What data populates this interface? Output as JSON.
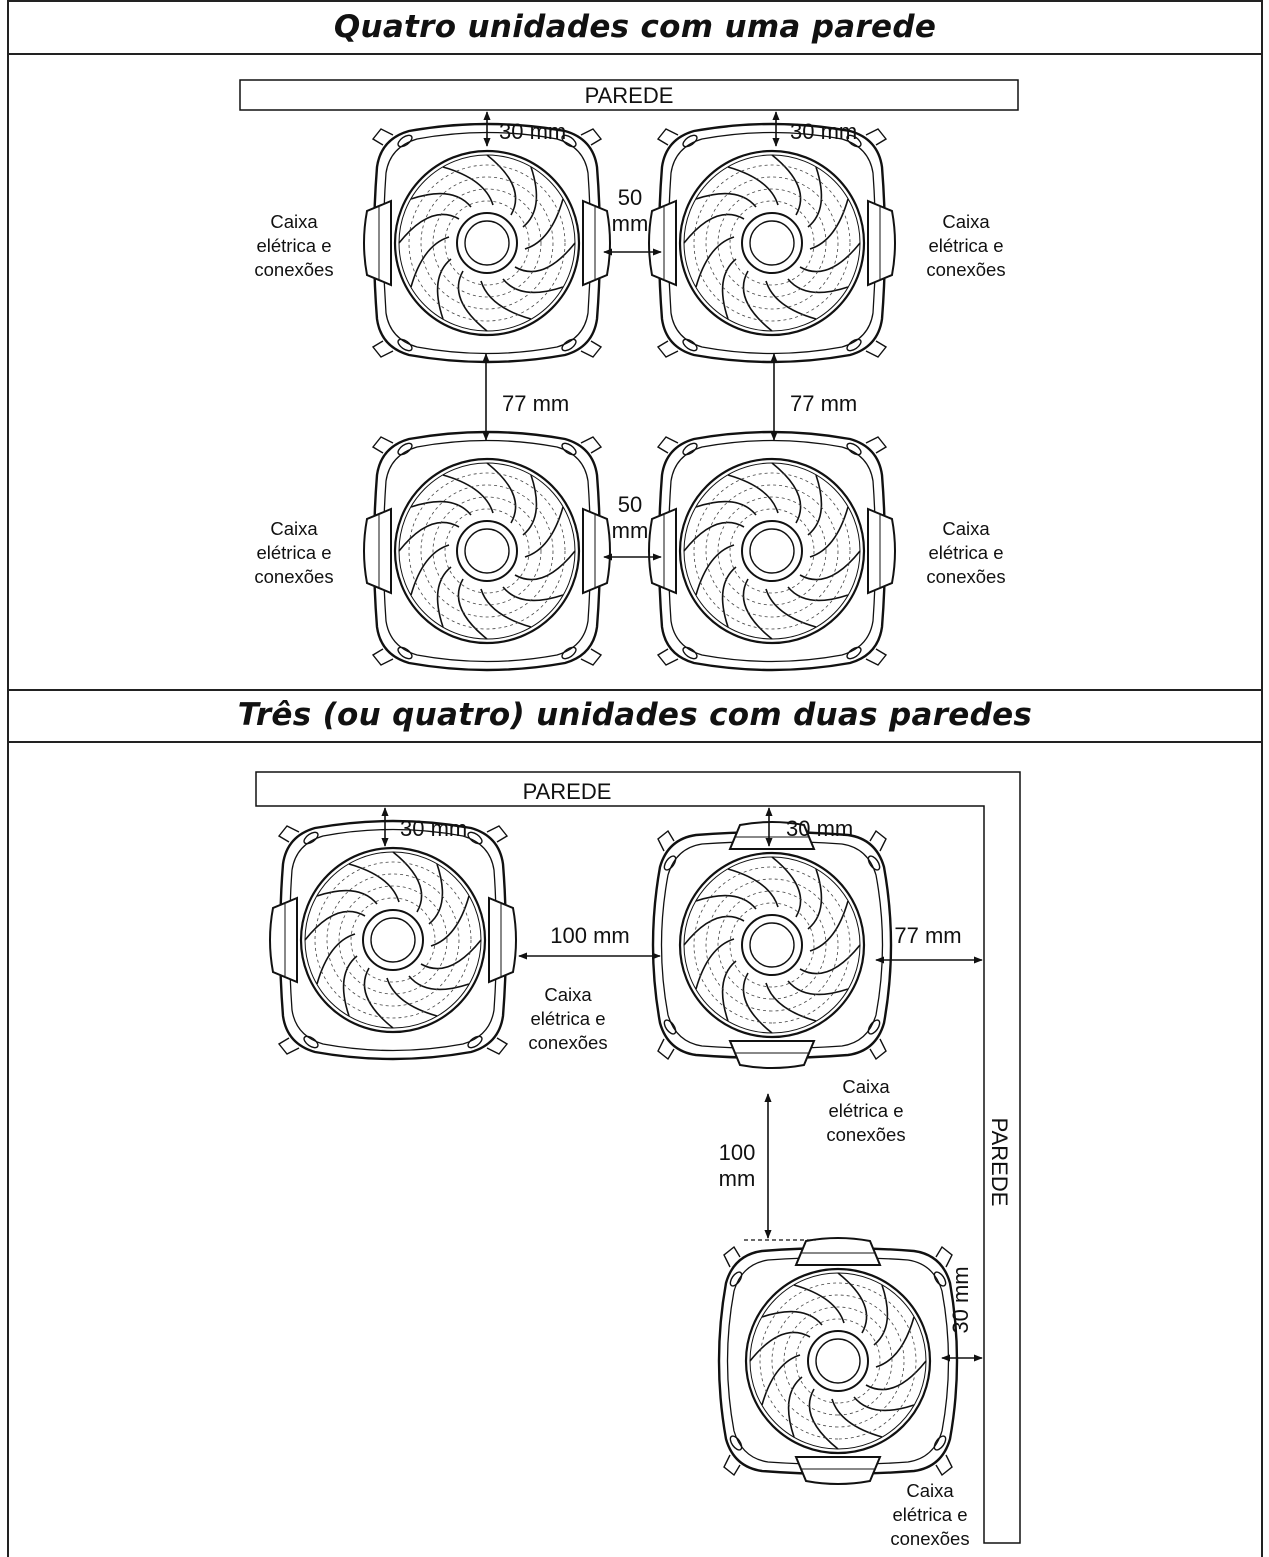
{
  "sections": [
    {
      "title": "Quatro unidades com uma parede",
      "wall_label": "PAREDE",
      "dims": {
        "wall_gap_left": "30 mm",
        "wall_gap_right": "30 mm",
        "side_gap_top_1": "50",
        "side_gap_top_2": "mm",
        "side_gap_bottom_1": "50",
        "side_gap_bottom_2": "mm",
        "row_gap_left": "77 mm",
        "row_gap_right": "77 mm"
      },
      "box_label": [
        "Caixa",
        "elétrica e",
        "conexões"
      ]
    },
    {
      "title": "Três (ou quatro) unidades com duas paredes",
      "wall_label_top": "PAREDE",
      "wall_label_side": "PAREDE",
      "dims": {
        "top_left": "30 mm",
        "top_right": "30 mm",
        "between": "100 mm",
        "side_wall": "77 mm",
        "vertical_1": "100",
        "vertical_2": "mm",
        "bottom_side": "30 mm"
      },
      "box_label": [
        "Caixa",
        "elétrica e",
        "conexões"
      ]
    }
  ]
}
